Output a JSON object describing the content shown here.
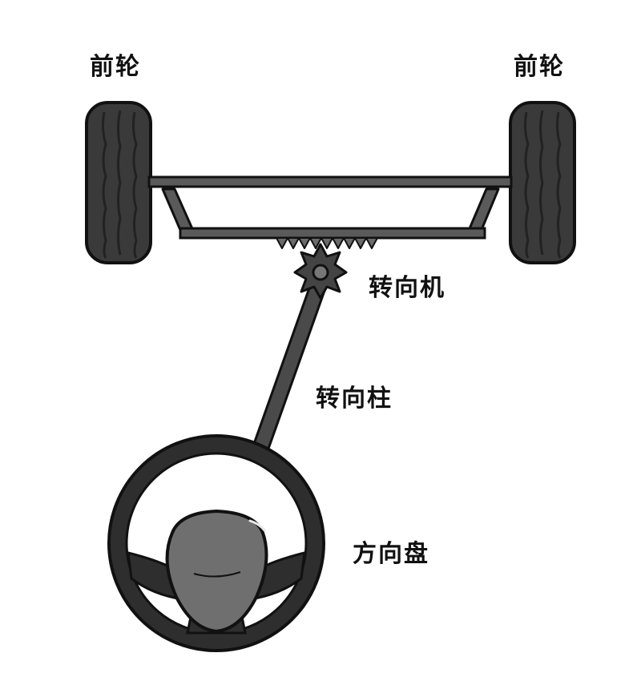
{
  "labels": {
    "front_wheel_left": "前轮",
    "front_wheel_right": "前轮",
    "steering_gear": "转向机",
    "steering_column": "转向柱",
    "steering_wheel": "方向盘"
  },
  "colors": {
    "tire": "#3a3a3a",
    "outline": "#111111",
    "bar": "#5a5a5a",
    "wheel_rim": "#2e2e2e",
    "airbag": "#6f6f6f"
  }
}
